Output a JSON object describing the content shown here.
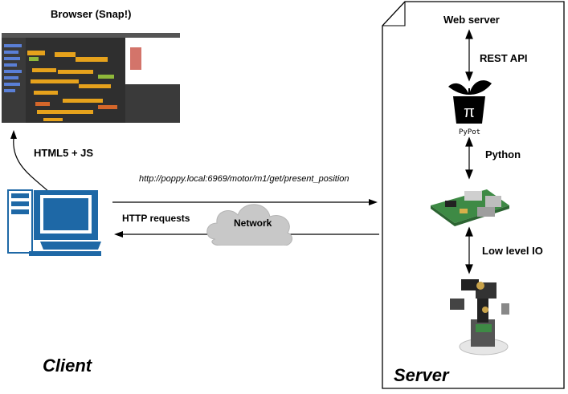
{
  "client": {
    "browser_title": "Browser (Snap!)",
    "browser_tech": "HTML5 + JS",
    "section_label": "Client"
  },
  "network": {
    "url": "http://poppy.local:6969/motor/m1/get/present_position",
    "requests_label": "HTTP requests",
    "cloud_label": "Network"
  },
  "server": {
    "web_server": "Web server",
    "rest_api": "REST API",
    "pypot_logo_text": "PyPot",
    "python": "Python",
    "low_level_io": "Low level IO",
    "section_label": "Server"
  },
  "colors": {
    "computer_blue": "#1e68a6",
    "snap_dark": "#2f2f2f",
    "cloud_gray": "#c8c8c8",
    "board_green": "#3e8a45"
  }
}
